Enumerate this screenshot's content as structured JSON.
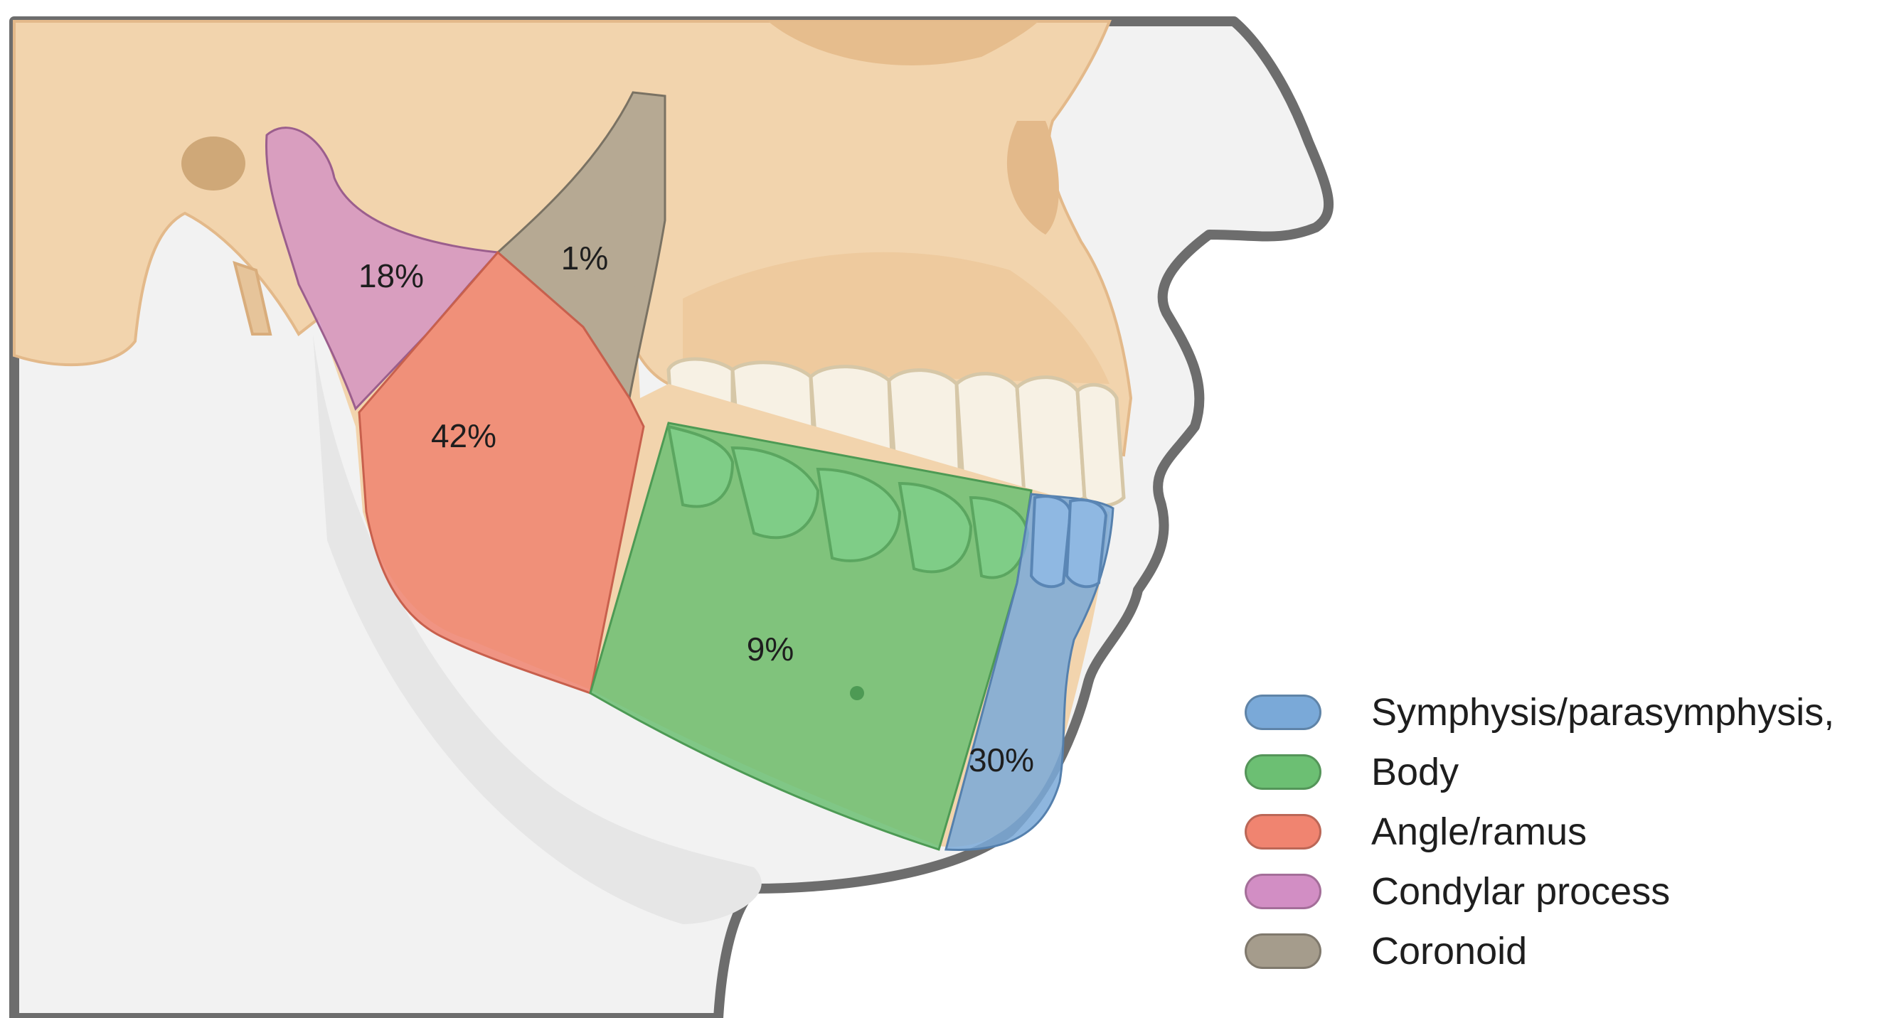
{
  "colors": {
    "bone": "#f2d4ad",
    "bone_shade": "#e3b98a",
    "skin": "#f2f2f2",
    "outline": "#6d6d6d",
    "teeth": "#f7f1e4",
    "symphysis": "#7aa9d8",
    "body": "#6cbf73",
    "angle": "#f08470",
    "condylar": "#d28ec4",
    "coronoid": "#a59c8c"
  },
  "regions": {
    "condylar": {
      "label": "18%"
    },
    "coronoid": {
      "label": "1%"
    },
    "angle": {
      "label": "42%"
    },
    "body": {
      "label": "9%"
    },
    "symphysis": {
      "label": "30%"
    }
  },
  "legend": [
    {
      "label": "Symphysis/parasymphysis,",
      "color": "#7aa9d8"
    },
    {
      "label": "Body",
      "color": "#6cbf73"
    },
    {
      "label": "Angle/ramus",
      "color": "#f08470"
    },
    {
      "label": "Condylar process",
      "color": "#d28ec4"
    },
    {
      "label": "Coronoid",
      "color": "#a59c8c"
    }
  ]
}
